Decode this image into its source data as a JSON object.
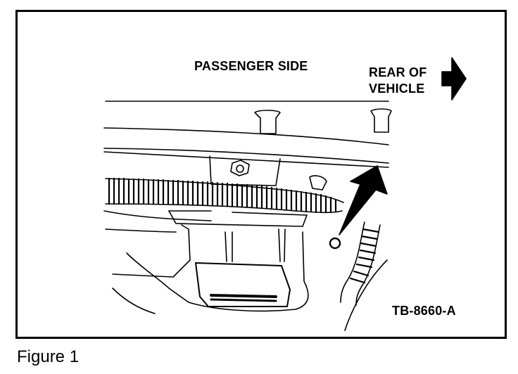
{
  "labels": {
    "passenger_side": "PASSENGER SIDE",
    "rear_of_vehicle_line1": "REAR OF",
    "rear_of_vehicle_line2": "VEHICLE",
    "figure_code": "TB-8660-A"
  },
  "caption": "Figure 1",
  "icons": {
    "direction_arrow": "right-arrow-icon",
    "callout_arrow": "pointer-arrow-icon"
  },
  "colors": {
    "ink": "#000000",
    "paper": "#ffffff"
  }
}
